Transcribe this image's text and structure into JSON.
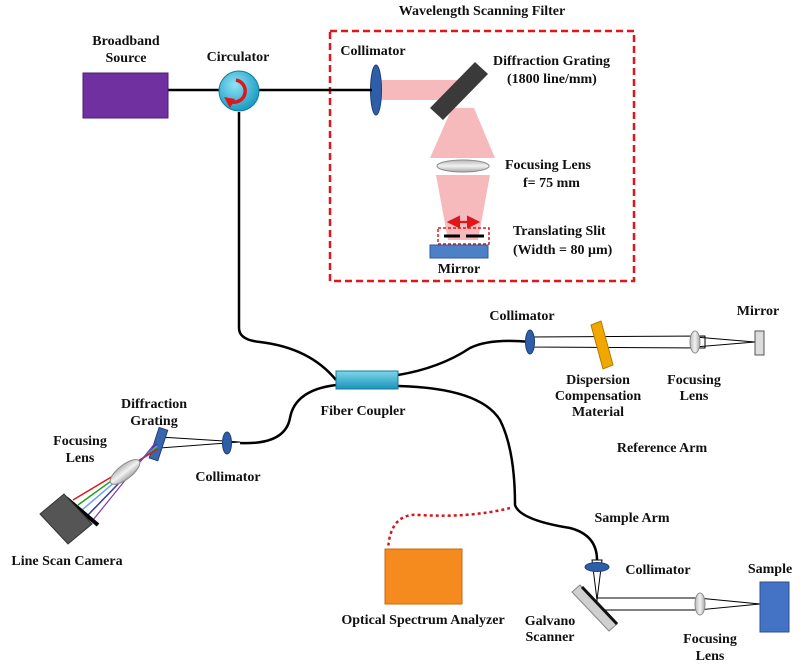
{
  "title": "Wavelength Scanning Filter",
  "labels": {
    "broadband_source": [
      "Broadband",
      "Source"
    ],
    "circulator": "Circulator",
    "collimator_filter": "Collimator",
    "diffraction_grating_filter": [
      "Diffraction Grating",
      "(1800 line/mm)"
    ],
    "focusing_lens_filter": [
      "Focusing Lens",
      "f= 75 mm"
    ],
    "translating_slit": [
      "Translating  Slit",
      "(Width = 80 μm)"
    ],
    "mirror_filter": "Mirror",
    "collimator_ref": "Collimator",
    "mirror_ref": "Mirror",
    "dispersion_material": [
      "Dispersion",
      "Compensation",
      "Material"
    ],
    "focusing_lens_ref": [
      "Focusing",
      "Lens"
    ],
    "fiber_coupler": "Fiber Coupler",
    "reference_arm": "Reference Arm",
    "diffraction_grating_spec": [
      "Diffraction",
      "Grating"
    ],
    "focusing_lens_spec": [
      "Focusing",
      "Lens"
    ],
    "collimator_spec": "Collimator",
    "line_scan_camera": "Line Scan Camera",
    "sample_arm": "Sample Arm",
    "optical_spectrum_analyzer": "Optical Spectrum Analyzer",
    "collimator_sample": "Collimator",
    "sample": "Sample",
    "galvano_scanner": [
      "Galvano",
      "Scanner"
    ],
    "focusing_lens_sample": [
      "Focusing",
      "Lens"
    ]
  },
  "colors": {
    "source": "#7030a0",
    "circulator": "#1fb1d6",
    "circulator_arrow": "#e0161b",
    "lens": "#2e5ea8",
    "grating": "#3a3a3a",
    "beam": "#f4a3a6",
    "filter_border": "#e0161b",
    "dispersion": "#f0a800",
    "coupler": "#2ab0d0",
    "osa": "#f58a1f",
    "sample": "#4472c4",
    "mirror": "#4e80c8",
    "dotted_fiber": "#d4181c"
  }
}
